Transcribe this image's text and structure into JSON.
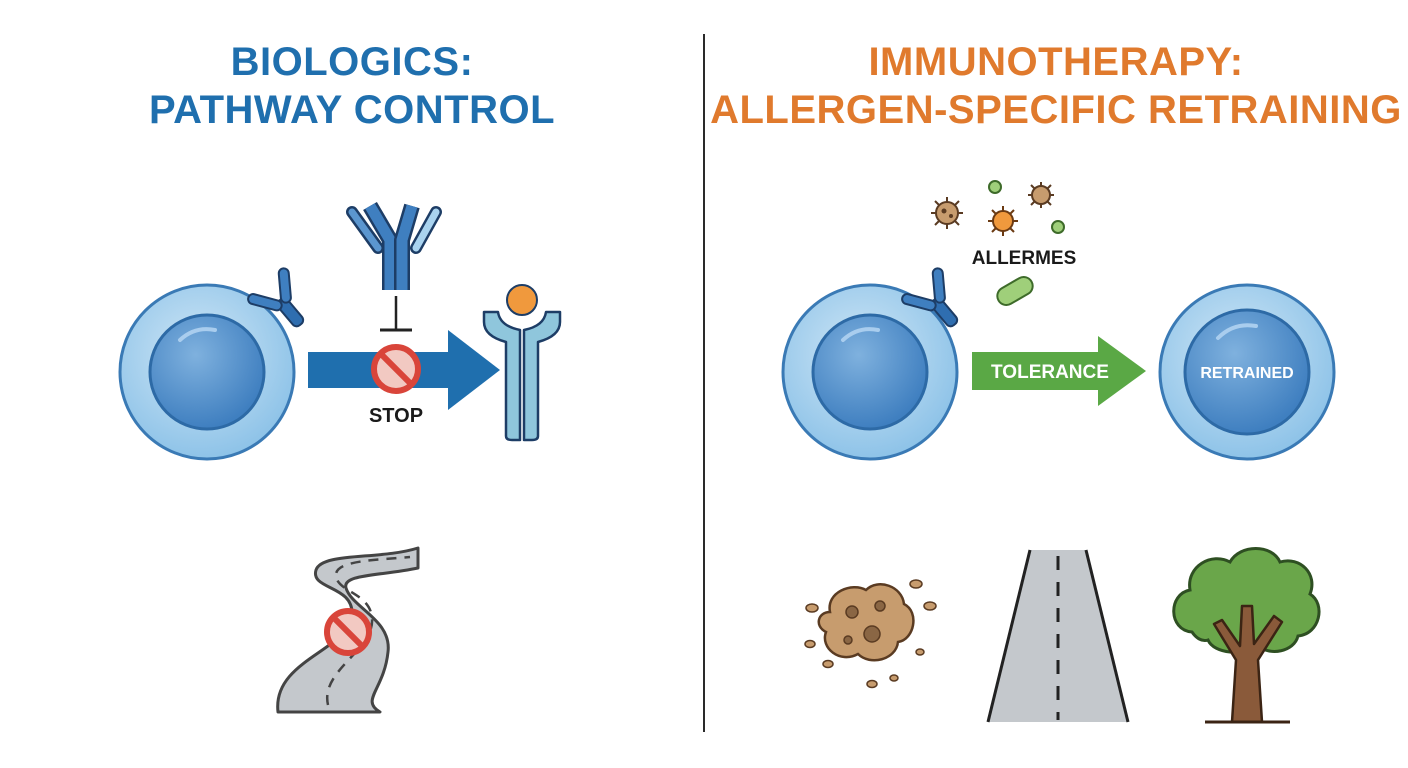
{
  "left": {
    "title_line1": "BIOLOGICS:",
    "title_line2": "PATHWAY CONTROL",
    "stop_label": "STOP",
    "color": "#1f6fae"
  },
  "right": {
    "title_line1": "IMMUNOTHERAPY:",
    "title_line2": "ALLERGEN-SPECIFIC RETRAINING",
    "allergens_label": "ALLERMES",
    "tolerance_label": "TOLERANCE",
    "retrained_label": "RETRAINED",
    "color": "#e07a2d"
  },
  "colors": {
    "cell_outer": "#a9d3ef",
    "cell_inner": "#5b96cf",
    "arrow_blue": "#1f6fae",
    "arrow_green": "#5aa845",
    "stop_red": "#d9453a",
    "road_gray": "#b9bec2",
    "tree_green": "#6aa64a",
    "trunk_brown": "#8a5a3a",
    "allergen_tan": "#c79c6e"
  },
  "icons": [
    "immune-cell-icon",
    "antibody-icon",
    "receptor-icon",
    "stop-sign-icon",
    "winding-road-icon",
    "allergen-particle-icon",
    "bacteria-icon",
    "dust-clump-icon",
    "straight-road-icon",
    "tree-icon"
  ]
}
